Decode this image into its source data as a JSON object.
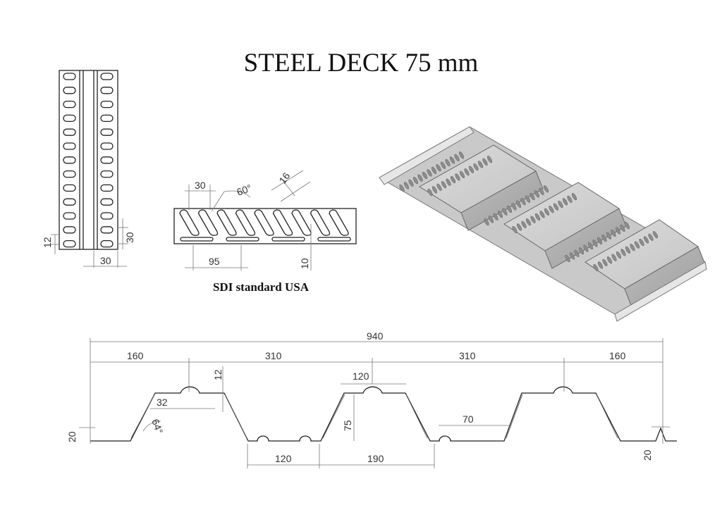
{
  "title": "STEEL DECK 75 mm",
  "caption": "SDI standard USA",
  "emboss_strip": {
    "dims": {
      "slot_height": "12",
      "pitch": "30",
      "width": "30"
    }
  },
  "sdi_pattern": {
    "dims": {
      "slot_spacing": "30",
      "angle": "60°",
      "slot_width": "16",
      "slot_pitch": "95",
      "edge": "10"
    }
  },
  "profile": {
    "dims": {
      "total": "940",
      "left_edge": "160",
      "span_a": "310",
      "span_b": "310",
      "right_edge": "160",
      "emboss_height": "12",
      "crest_width": "120",
      "emboss_offset": "32",
      "web_angle": "64°",
      "lap_height_left": "20",
      "rib_height": "75",
      "trough_emboss": "70",
      "lap_height_right": "20",
      "bottom_flat": "120",
      "trough": "190"
    }
  }
}
